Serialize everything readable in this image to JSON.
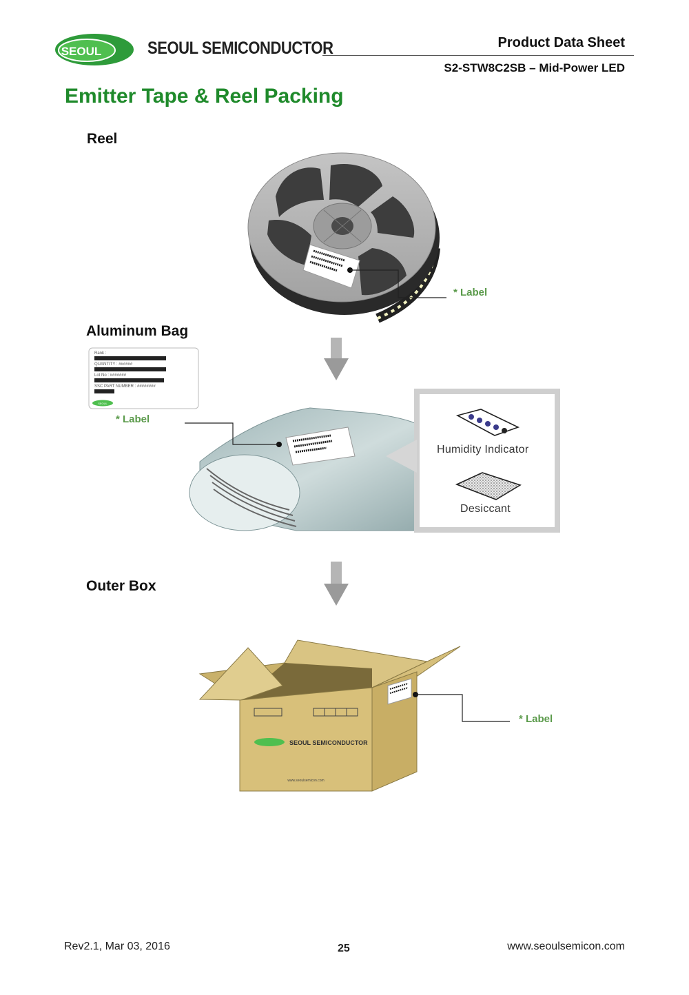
{
  "header": {
    "logo_text": "SEOUL",
    "brand_name": "SEOUL SEMICONDUCTOR",
    "doc_title": "Product Data Sheet",
    "doc_subtitle": "S2-STW8C2SB – Mid-Power LED"
  },
  "page_title": "Emitter Tape & Reel Packing",
  "sections": {
    "reel": {
      "heading": "Reel",
      "label_callout": "* Label"
    },
    "aluminum_bag": {
      "heading": "Aluminum Bag",
      "label_callout": "* Label",
      "label_card": {
        "rank": "Rank :",
        "quantity": "QUANTITY : ######",
        "lot_no": "Lot No : #######",
        "part_number": "SSC PART NUMBER : ########",
        "badge": "SEOUL"
      },
      "inset": {
        "humidity_indicator": "Humidity Indicator",
        "desiccant": "Desiccant"
      }
    },
    "outer_box": {
      "heading": "Outer Box",
      "label_callout": "* Label",
      "box_brand": "SEOUL SEMICONDUCTOR",
      "box_url": "www.seoulsemicon.com"
    }
  },
  "footer": {
    "revision": "Rev2.1, Mar 03, 2016",
    "page_number": "25",
    "website": "www.seoulsemicon.com"
  },
  "colors": {
    "title_green": "#1f8a2b",
    "logo_green": "#2e9b3a",
    "callout_green": "#5a9a4a",
    "reel_gray": "#a9a9a9",
    "box_kraft": "#d8c07a"
  }
}
